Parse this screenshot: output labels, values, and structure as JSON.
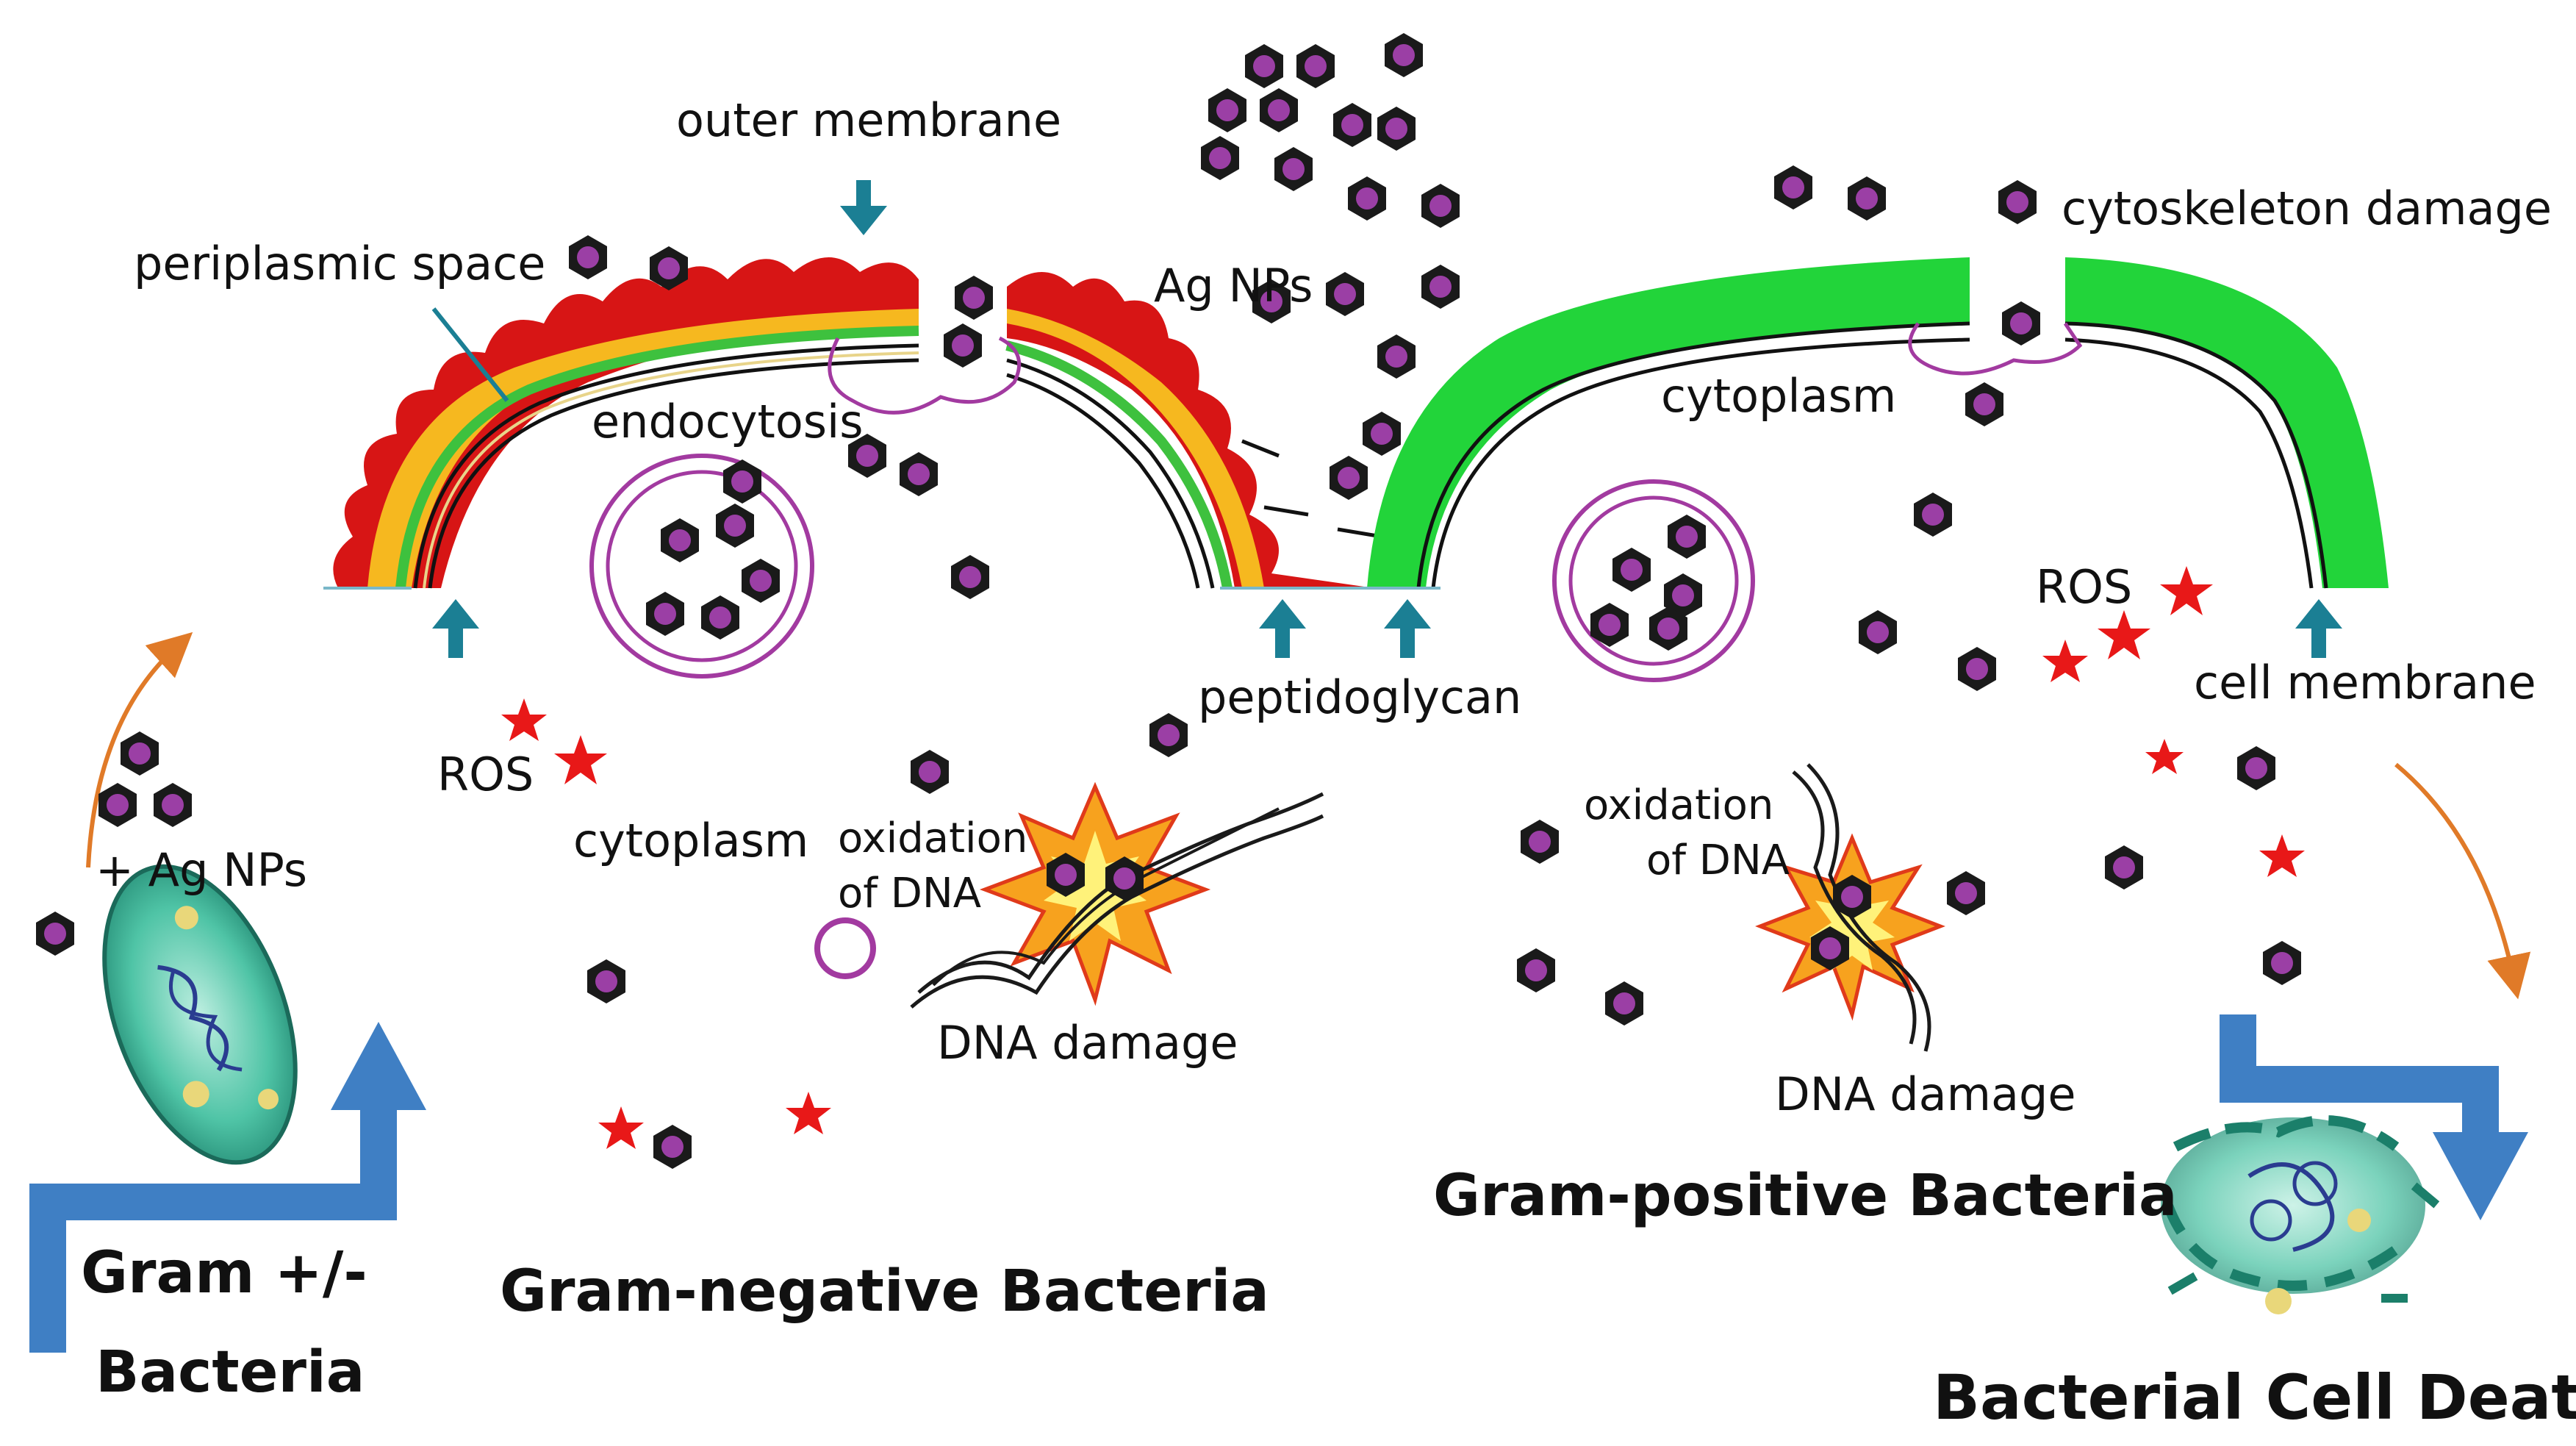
{
  "labels": {
    "outer_membrane": "outer membrane",
    "periplasmic_space": "periplasmic space",
    "endocytosis": "endocytosis",
    "ag_nps": "Ag NPs",
    "cytoskeleton_damage": "cytoskeleton damage",
    "cytoplasm_gp": "cytoplasm",
    "ros_gp": "ROS",
    "cell_membrane": "cell membrane",
    "peptidoglycan": "peptidoglycan",
    "ros_gn": "ROS",
    "cytoplasm_gn": "cytoplasm",
    "oxidation_gn": "oxidation",
    "of_dna_gn": "of DNA",
    "dna_damage_gn": "DNA damage",
    "oxidation_gp": "oxidation",
    "of_dna_gp": "of DNA",
    "dna_damage_gp": "DNA damage",
    "plus_ag_nps": "+ Ag NPs",
    "gram_pm_line1": "Gram +/-",
    "gram_pm_line2": "Bacteria",
    "gram_negative": "Gram-negative Bacteria",
    "gram_positive": "Gram-positive Bacteria",
    "cell_death": "Bacterial  Cell Death"
  },
  "colors": {
    "nanoparticle_fill": "#9b3fa5",
    "nanoparticle_ring": "#1a1a1a",
    "outer_membrane": "#d71515",
    "periplasm": "#f6b81f",
    "peptidoglycan_gram_negative": "#3ec13e",
    "peptidoglycan_gram_positive": "#22d43a",
    "vesicle": "#a23aa0",
    "ros_star": "#e81818",
    "pointer_arrow": "#1b7f94",
    "flow_arrow": "#3f7fc4",
    "curved_arrow": "#e07a28",
    "bacterium": "#2aa88f"
  }
}
